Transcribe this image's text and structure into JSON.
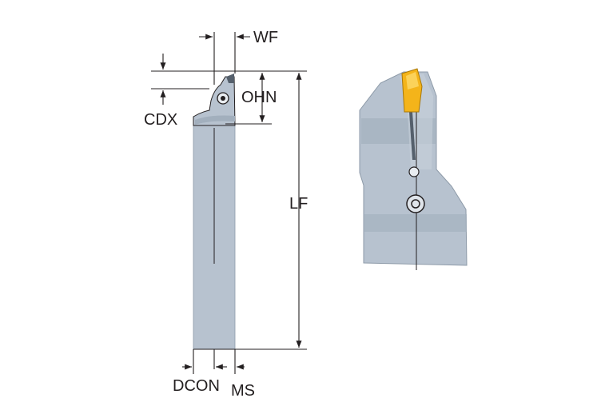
{
  "labels": {
    "wf": "WF",
    "ohn": "OHN",
    "cdx": "CDX",
    "lf": "LF",
    "dcon": "DCON",
    "ms": "MS"
  },
  "colors": {
    "body_fill": "#b7c2cf",
    "body_shade": "#a2afbd",
    "insert_fill": "#f4b41a",
    "line": "#231f20"
  }
}
